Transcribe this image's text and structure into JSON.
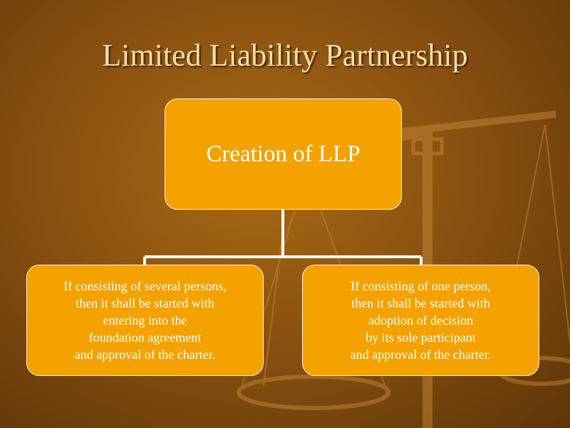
{
  "slide": {
    "title": "Limited Liability Partnership"
  },
  "diagram": {
    "root": {
      "label": "Creation of LLP"
    },
    "children": [
      {
        "label": "If consisting of several persons,\nthen it shall be started with\nentering into the\nfoundation agreement\nand approval of the charter."
      },
      {
        "label": "If consisting of one person,\nthen it shall be started with\nadoption of decision\nby its sole participant\nand approval of the charter."
      }
    ]
  },
  "background": {
    "image": "scales-of-justice",
    "colors": {
      "dark": "#5e3508",
      "mid": "#8a5210",
      "light": "#a86a14"
    }
  },
  "colors": {
    "box_fill": "#f3a200",
    "box_border": "#fff3d6",
    "title": "#f1dfae",
    "connector": "#ffffff"
  }
}
